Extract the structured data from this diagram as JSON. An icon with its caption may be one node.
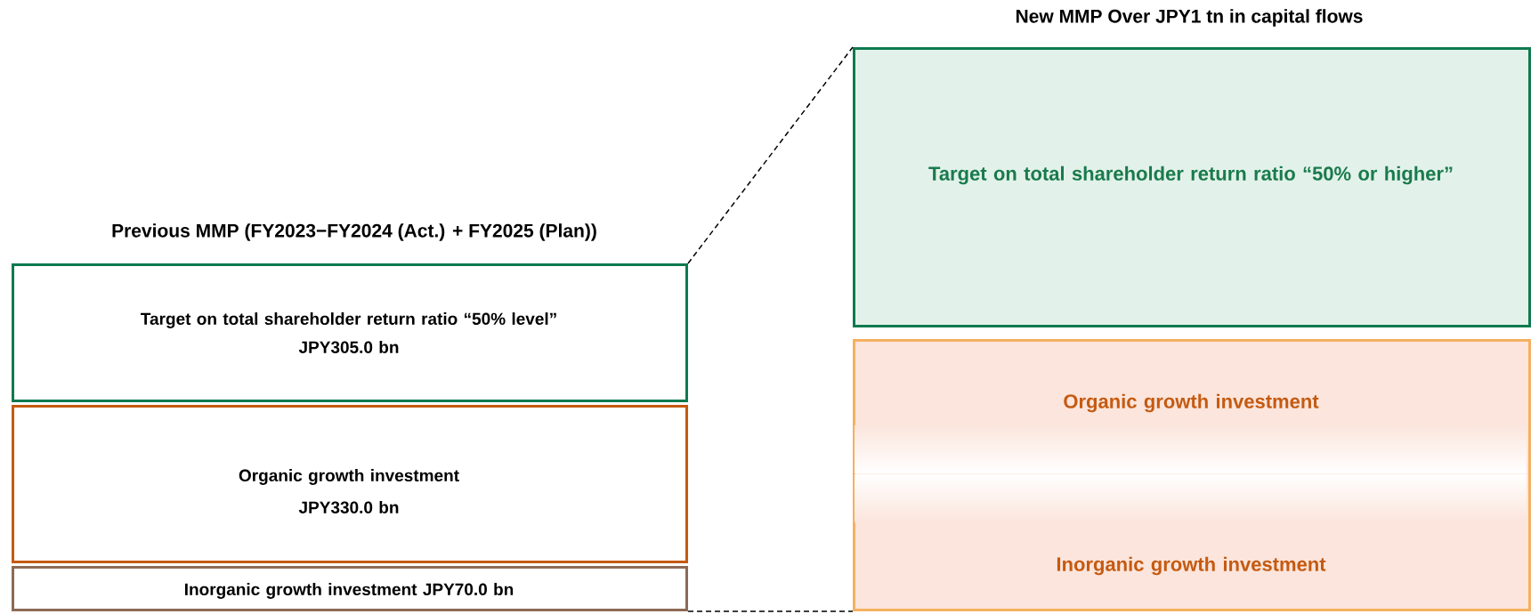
{
  "diagram": {
    "nodes": [
      {
        "text": [
          "Target on total shareholder return ratio “50% level”",
          "JPY305.0 bn"
        ]
      },
      {
        "text": [
          "Organic growth investment",
          "JPY330.0 bn"
        ]
      },
      {
        "text": [
          "Inorganic growth investment JPY70.0 bn"
        ]
      },
      {
        "text": [
          "Target on total shareholder return ratio “50% or higher”"
        ]
      },
      {
        "text": [
          "Organic growth investment",
          "Inorganic growth investment"
        ]
      }
    ],
    "edges": [
      {
        "from": 0,
        "to": 3,
        "arrow": "none",
        "style": "dashed"
      },
      {
        "from": 2,
        "to": 4,
        "arrow": "none",
        "style": "dashed"
      }
    ],
    "labels": [
      "New MMP Over JPY1 tn in capital flows",
      "Previous MMP (FY2023−FY2024 (Act.) + FY2025 (Plan))"
    ]
  }
}
